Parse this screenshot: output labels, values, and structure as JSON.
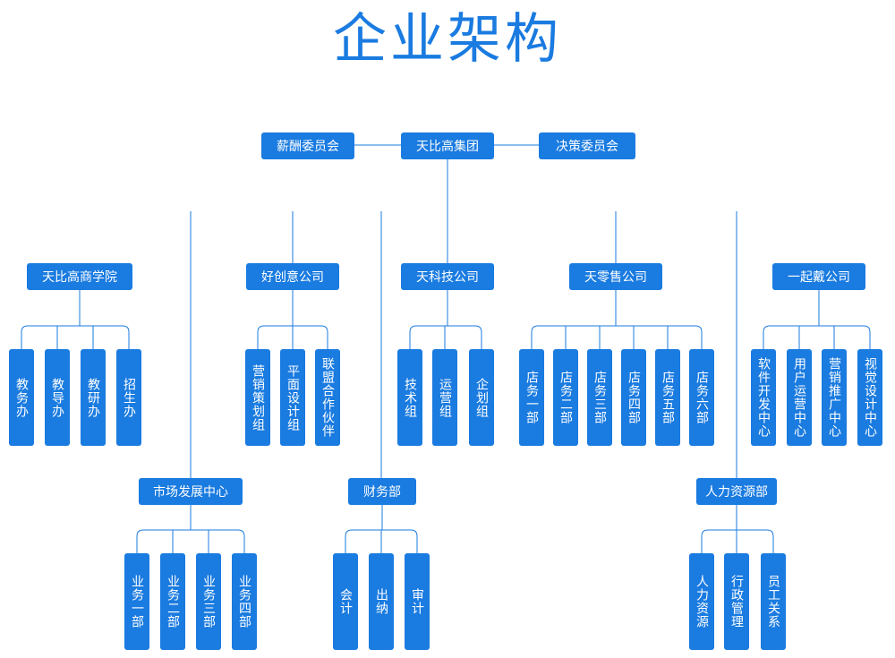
{
  "title": "企业架构",
  "accent_color": "#1a7be0",
  "top": {
    "center": "天比高集团",
    "left": "薪酬委员会",
    "right": "决策委员会"
  },
  "departments": [
    {
      "label": "天比高商学院",
      "children": [
        "教务办",
        "教导办",
        "教研办",
        "招生办"
      ]
    },
    {
      "label": "好创意公司",
      "children": [
        "营销策划组",
        "平面设计组",
        "联盟合作伙伴"
      ]
    },
    {
      "label": "天科技公司",
      "children": [
        "技术组",
        "运营组",
        "企划组"
      ]
    },
    {
      "label": "天零售公司",
      "children": [
        "店务一部",
        "店务二部",
        "店务三部",
        "店务四部",
        "店务五部",
        "店务六部"
      ]
    },
    {
      "label": "一起戴公司",
      "children": [
        "软件开发中心",
        "用户运营中心",
        "营销推广中心",
        "视觉设计中心"
      ]
    }
  ],
  "centers": [
    {
      "label": "市场发展中心",
      "children": [
        "业务一部",
        "业务二部",
        "业务三部",
        "业务四部"
      ]
    },
    {
      "label": "财务部",
      "children": [
        "会计",
        "出纳",
        "审计"
      ]
    },
    {
      "label": "人力资源部",
      "children": [
        "人力资源",
        "行政管理",
        "员工关系"
      ]
    }
  ]
}
